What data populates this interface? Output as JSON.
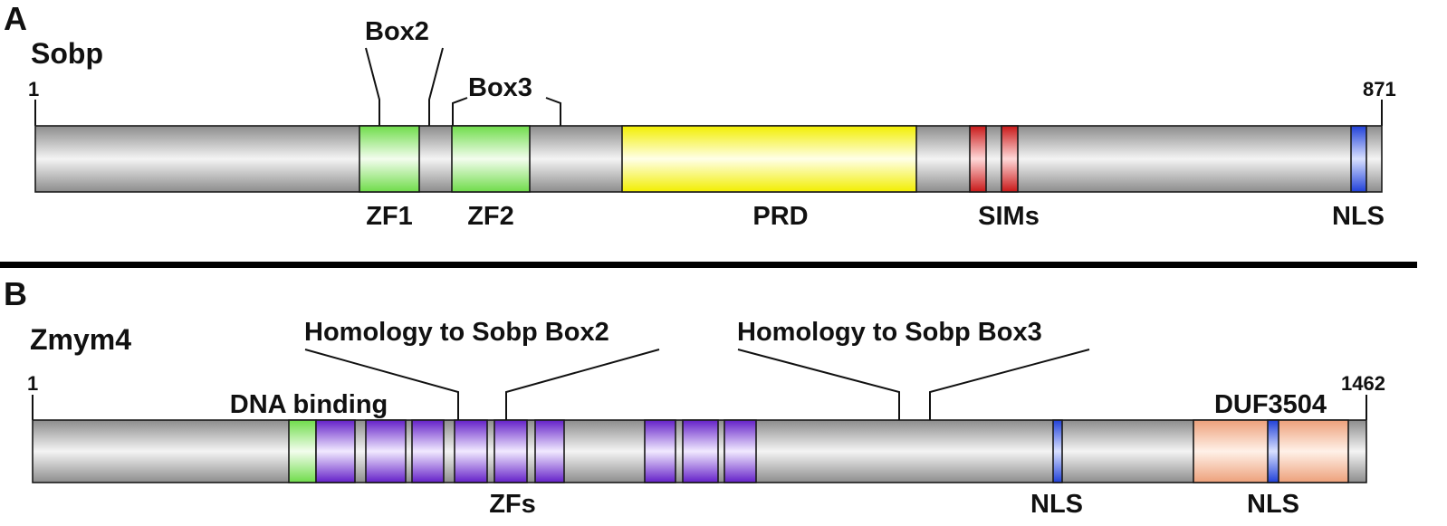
{
  "panel_a": {
    "letter": "A",
    "protein": "Sobp",
    "start": "1",
    "end": "871",
    "box2": "Box2",
    "box3": "Box3",
    "labels": {
      "zf1": "ZF1",
      "zf2": "ZF2",
      "prd": "PRD",
      "sims": "SIMs",
      "nls": "NLS"
    }
  },
  "panel_b": {
    "letter": "B",
    "protein": "Zmym4",
    "start": "1",
    "end": "1462",
    "homology_box2": "Homology to Sobp Box2",
    "homology_box3": "Homology to Sobp Box3",
    "labels": {
      "dna_binding": "DNA binding",
      "duf": "DUF3504",
      "zfs": "ZFs",
      "nls1": "NLS",
      "nls2": "NLS"
    }
  },
  "colors": {
    "backbone": "#b0b0b0",
    "zinc_finger_green": "#7be05a",
    "prd_yellow": "#f4f000",
    "sim_red": "#d62020",
    "nls_blue": "#3050e0",
    "zf_purple": "#6a28d0",
    "duf_orange": "#f0a880"
  }
}
